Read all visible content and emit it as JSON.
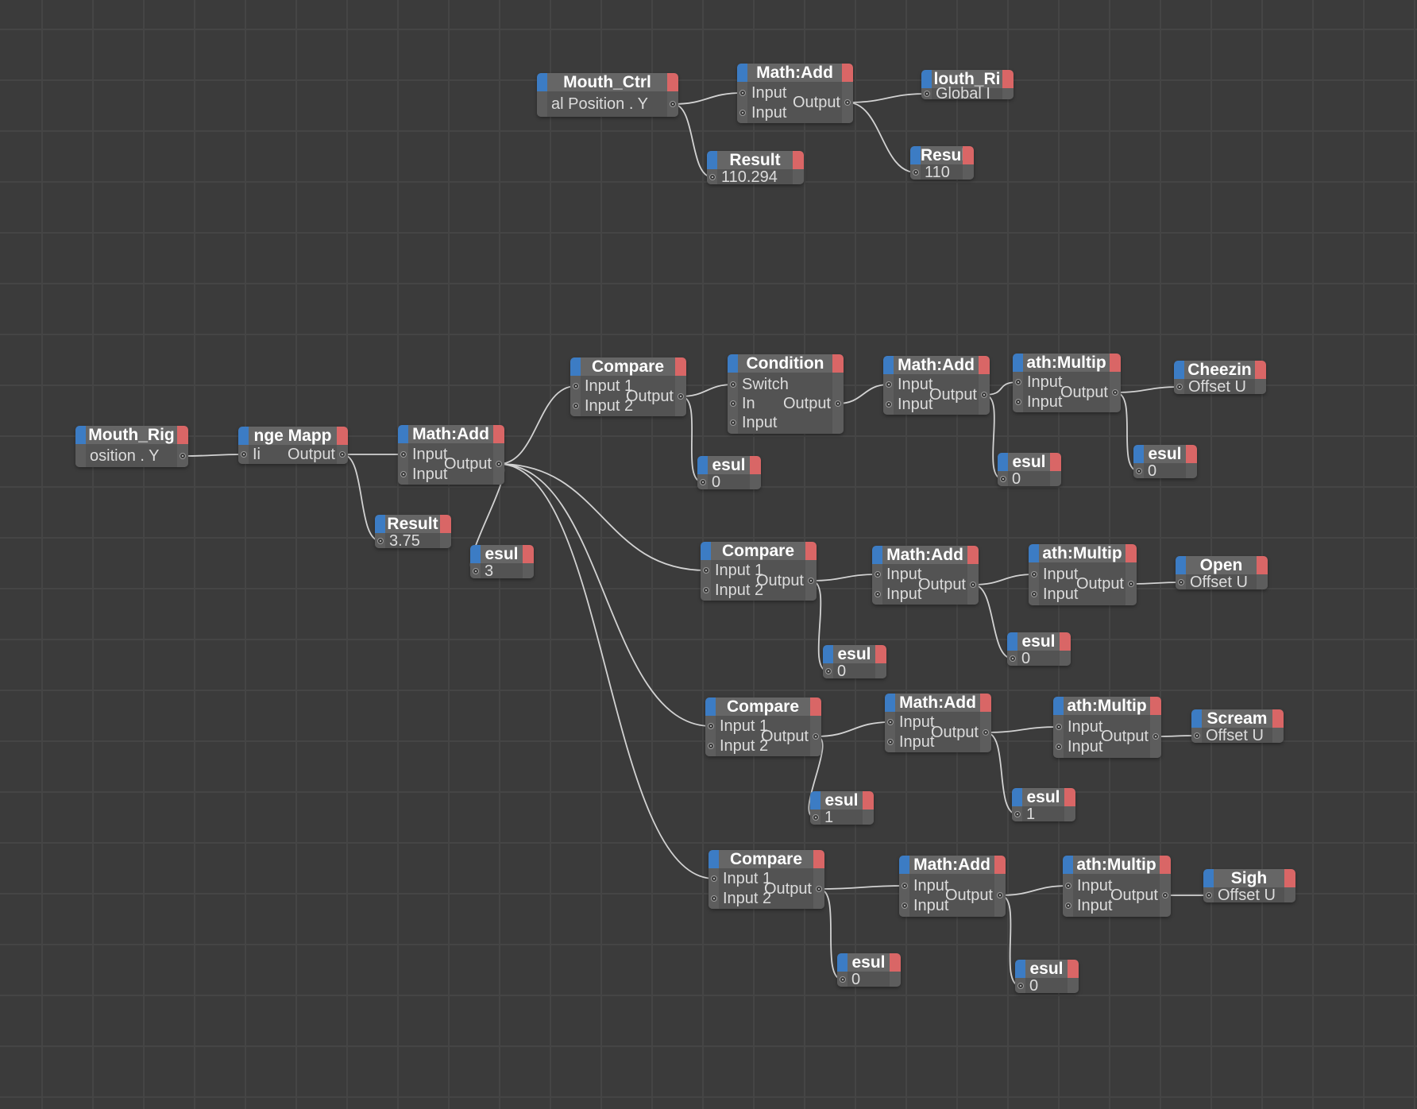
{
  "graph": {
    "top_driver": {
      "title": "Mouth_Ctrl",
      "port_label": "al Position . Y"
    },
    "top_add": {
      "title": "Math:Add",
      "inputs": [
        "Input",
        "Input"
      ],
      "output": "Output"
    },
    "top_result_a": {
      "title": "Result",
      "value": "110.294"
    },
    "top_target": {
      "title": "louth_Ri",
      "port_label": "Global I"
    },
    "top_result_b": {
      "title": "Resul",
      "value": "110"
    },
    "driver": {
      "title": "Mouth_Rig",
      "port_label": "osition . Y"
    },
    "range_mapper": {
      "title": "nge Mapp",
      "inputs": [
        "Ii"
      ],
      "output": "Output"
    },
    "range_result": {
      "title": "Result",
      "value": "3.75"
    },
    "main_add": {
      "title": "Math:Add",
      "inputs": [
        "Input",
        "Input"
      ],
      "output": "Output"
    },
    "main_result": {
      "title": "esul",
      "value": "3"
    },
    "row1": {
      "compare": {
        "title": "Compare",
        "inputs": [
          "Input 1",
          "Input 2"
        ],
        "output": "Output"
      },
      "compare_result": {
        "title": "esul",
        "value": "0"
      },
      "condition": {
        "title": "Condition",
        "inputs": [
          "Switch",
          "In",
          "Input"
        ],
        "output": "Output"
      },
      "add": {
        "title": "Math:Add",
        "inputs": [
          "Input",
          "Input"
        ],
        "output": "Output"
      },
      "add_result": {
        "title": "esul",
        "value": "0"
      },
      "mult": {
        "title": "ath:Multip",
        "inputs": [
          "Input",
          "Input"
        ],
        "output": "Output"
      },
      "mult_result": {
        "title": "esul",
        "value": "0"
      },
      "target": {
        "title": "Cheezin",
        "port_label": "Offset U"
      }
    },
    "row2": {
      "compare": {
        "title": "Compare",
        "inputs": [
          "Input 1",
          "Input 2"
        ],
        "output": "Output"
      },
      "compare_result": {
        "title": "esul",
        "value": "0"
      },
      "add": {
        "title": "Math:Add",
        "inputs": [
          "Input",
          "Input"
        ],
        "output": "Output"
      },
      "add_result": {
        "title": "esul",
        "value": "0"
      },
      "mult": {
        "title": "ath:Multip",
        "inputs": [
          "Input",
          "Input"
        ],
        "output": "Output"
      },
      "target": {
        "title": "Open",
        "port_label": "Offset U"
      }
    },
    "row3": {
      "compare": {
        "title": "Compare",
        "inputs": [
          "Input 1",
          "Input 2"
        ],
        "output": "Output"
      },
      "compare_result": {
        "title": "esul",
        "value": "1"
      },
      "add": {
        "title": "Math:Add",
        "inputs": [
          "Input",
          "Input"
        ],
        "output": "Output"
      },
      "add_result": {
        "title": "esul",
        "value": "1"
      },
      "mult": {
        "title": "ath:Multip",
        "inputs": [
          "Input",
          "Input"
        ],
        "output": "Output"
      },
      "target": {
        "title": "Scream",
        "port_label": "Offset U"
      }
    },
    "row4": {
      "compare": {
        "title": "Compare",
        "inputs": [
          "Input 1",
          "Input 2"
        ],
        "output": "Output"
      },
      "compare_result": {
        "title": "esul",
        "value": "0"
      },
      "add": {
        "title": "Math:Add",
        "inputs": [
          "Input",
          "Input"
        ],
        "output": "Output"
      },
      "add_result": {
        "title": "esul",
        "value": "0"
      },
      "mult": {
        "title": "ath:Multip",
        "inputs": [
          "Input",
          "Input"
        ],
        "output": "Output"
      },
      "target": {
        "title": "Sigh",
        "port_label": "Offset U"
      }
    }
  },
  "colors": {
    "background": "#3b3b3b",
    "grid_line": "#454545",
    "node_body": "#535353",
    "node_header": "#666666",
    "header_left_tab": "#3c7cc4",
    "header_right_tab": "#d96666",
    "wire": "#d2d2d2"
  }
}
